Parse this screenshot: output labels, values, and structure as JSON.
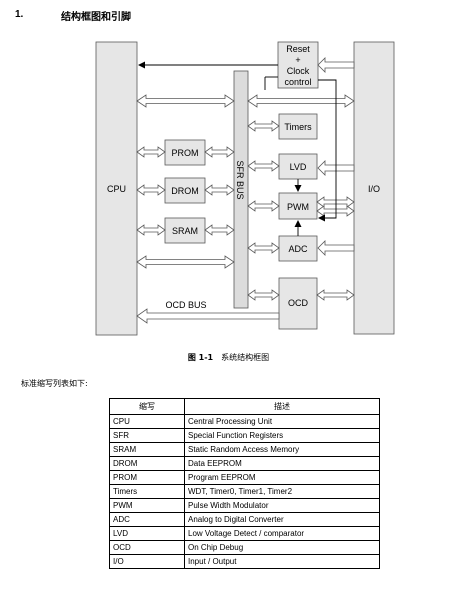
{
  "section": {
    "number": "1.",
    "title": "结构框图和引脚"
  },
  "diagram": {
    "reset_lines": [
      "Reset",
      "+",
      "Clock",
      "control"
    ],
    "timers_label": "Timers",
    "lvd_label": "LVD",
    "pwm_label": "PWM",
    "adc_label": "ADC",
    "ocd_label": "OCD",
    "cpu_label": "CPU",
    "io_label": "I/O",
    "prom_label": "PROM",
    "drom_label": "DROM",
    "sram_label": "SRAM",
    "sfr_bus_label": "SFR BUS",
    "ocd_bus_label": "OCD BUS"
  },
  "caption": {
    "figure": "图 1-1",
    "text": "系统结构框图"
  },
  "intro_text": "标准缩写列表如下:",
  "table": {
    "headers": [
      "缩写",
      "描述"
    ],
    "rows": [
      [
        "CPU",
        "Central Processing Unit"
      ],
      [
        "SFR",
        "Special Function Registers"
      ],
      [
        "SRAM",
        "Static Random Access Memory"
      ],
      [
        "DROM",
        "Data EEPROM"
      ],
      [
        "PROM",
        "Program EEPROM"
      ],
      [
        "Timers",
        "WDT, Timer0, Timer1, Timer2"
      ],
      [
        "PWM",
        "Pulse Width Modulator"
      ],
      [
        "ADC",
        "Analog to Digital Converter"
      ],
      [
        "LVD",
        "Low Voltage Detect / comparator"
      ],
      [
        "OCD",
        "On Chip Debug"
      ],
      [
        "I/O",
        "Input / Output"
      ]
    ]
  }
}
